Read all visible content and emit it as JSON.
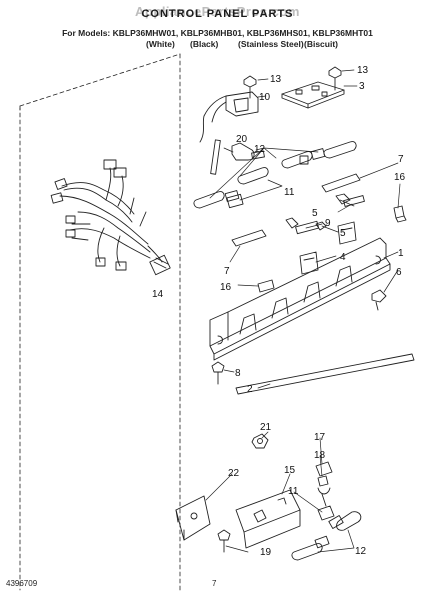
{
  "header": {
    "watermark": "AppliancePartsPros.com",
    "title": "CONTROL PANEL PARTS",
    "models_line": "For Models: KBLP36MHW01, KBLP36MHB01, KBLP36MHS01, KBLP36MHT01",
    "colors": [
      "(White)",
      "(Black)",
      "(Stainless Steel)",
      "(Biscuit)"
    ]
  },
  "callouts": [
    "1",
    "2",
    "3",
    "4",
    "5",
    "5",
    "6",
    "7",
    "7",
    "8",
    "9",
    "10",
    "11",
    "11",
    "12",
    "12",
    "13",
    "13",
    "14",
    "15",
    "16",
    "16",
    "17",
    "18",
    "19",
    "20",
    "21",
    "22"
  ],
  "footer": {
    "part_number": "4396709",
    "page_number": "7"
  }
}
